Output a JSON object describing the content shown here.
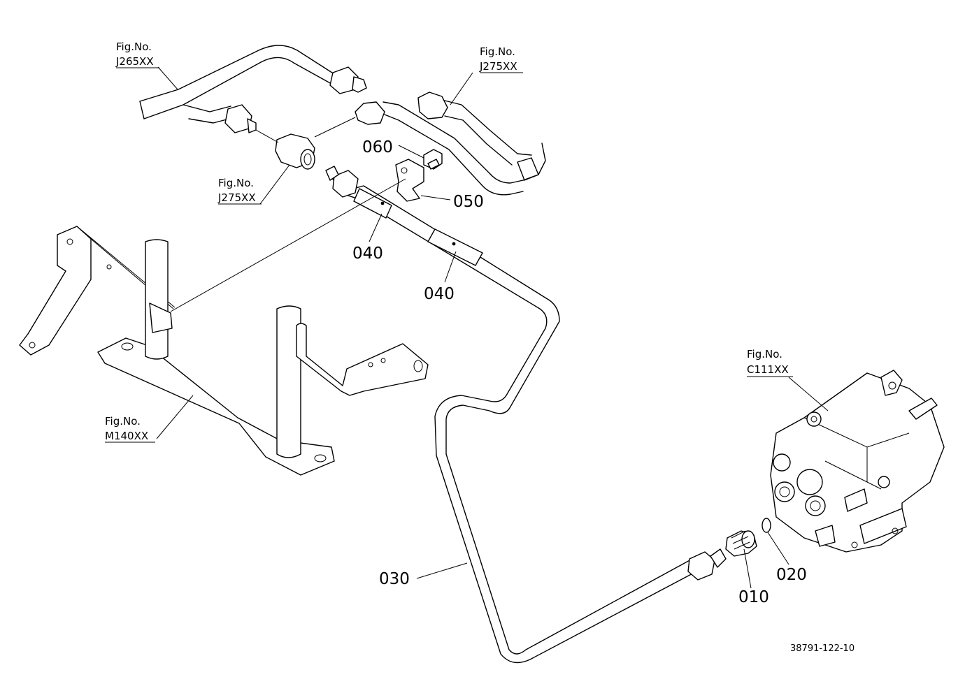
{
  "diagram": {
    "code": "38791-122-10",
    "fig_refs": [
      {
        "id": "j265",
        "line1": "Fig.No.",
        "line2": "J265XX"
      },
      {
        "id": "j275_top",
        "line1": "Fig.No.",
        "line2": "J275XX"
      },
      {
        "id": "j275_mid",
        "line1": "Fig.No.",
        "line2": "J275XX"
      },
      {
        "id": "m140",
        "line1": "Fig.No.",
        "line2": "M140XX"
      },
      {
        "id": "c111",
        "line1": "Fig.No.",
        "line2": "C111XX"
      }
    ],
    "parts": [
      {
        "id": "p060",
        "label": "060"
      },
      {
        "id": "p050",
        "label": "050"
      },
      {
        "id": "p040a",
        "label": "040"
      },
      {
        "id": "p040b",
        "label": "040"
      },
      {
        "id": "p030",
        "label": "030"
      },
      {
        "id": "p010",
        "label": "010"
      },
      {
        "id": "p020",
        "label": "020"
      }
    ]
  }
}
